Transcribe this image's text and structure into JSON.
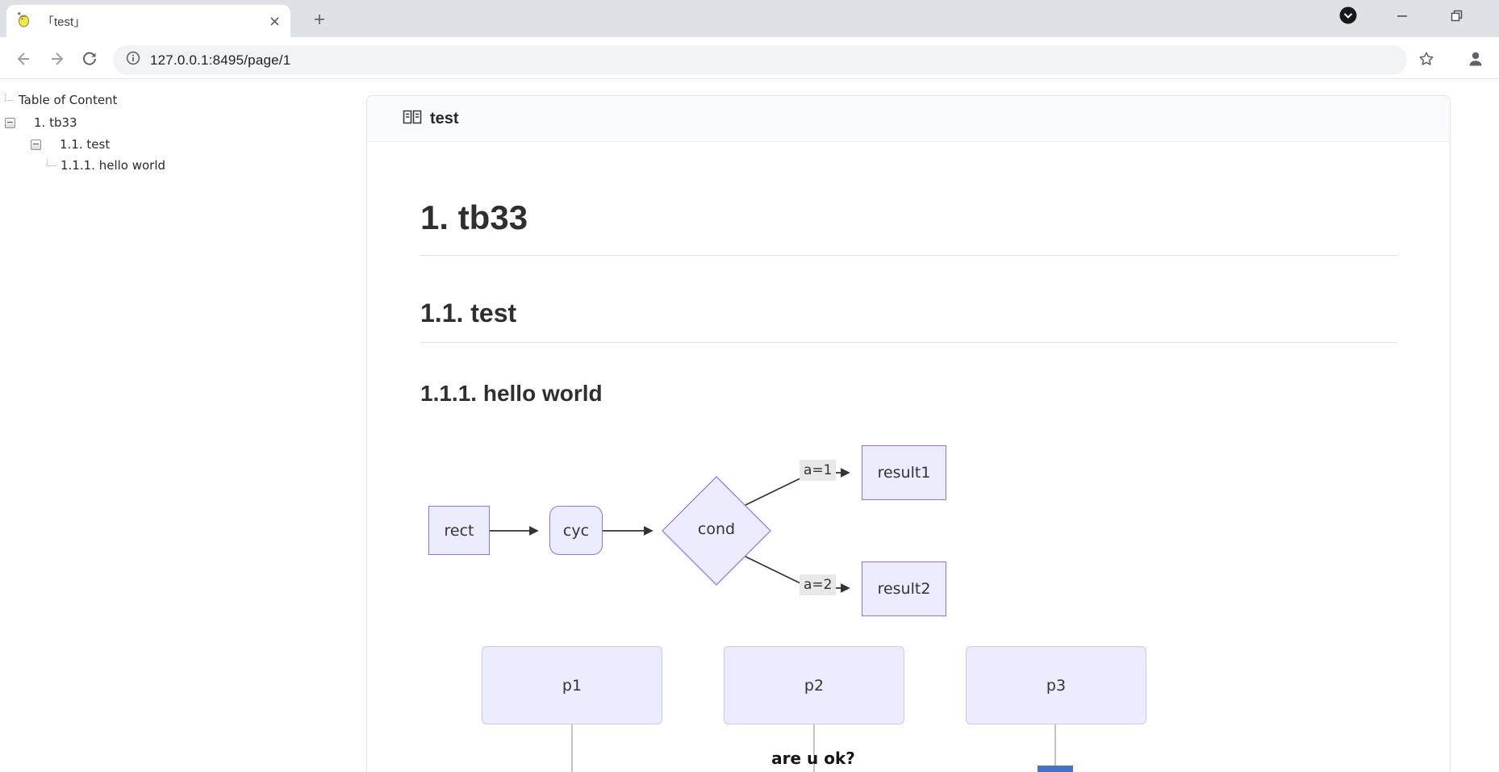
{
  "browser": {
    "tab": {
      "title": "「test」"
    },
    "toolbar": {
      "url": "127.0.0.1:8495/page/1"
    },
    "icons": {
      "tab_favicon": "yellow-bird",
      "tab_close": "x",
      "new_tab": "plus",
      "window": [
        "chevron-down-circle",
        "minimize",
        "restore"
      ],
      "nav": [
        "back-arrow",
        "forward-arrow",
        "reload"
      ],
      "urlbar": "info-circle",
      "right": [
        "bookmark-star",
        "profile-person"
      ]
    }
  },
  "sidebar": {
    "tree": [
      {
        "label": "Table of Content",
        "level": 0,
        "toggle": "none"
      },
      {
        "label": "1. tb33",
        "level": 0,
        "toggle": "minus"
      },
      {
        "label": "1.1. test",
        "level": 1,
        "toggle": "minus"
      },
      {
        "label": "1.1.1. hello world",
        "level": 2,
        "toggle": "none"
      }
    ]
  },
  "content": {
    "card_title": "test",
    "card_title_icon": "open-book",
    "headings": [
      {
        "level": 1,
        "text": "1. tb33"
      },
      {
        "level": 2,
        "text": "1.1. test"
      },
      {
        "level": 3,
        "text": "1.1.1. hello world"
      }
    ],
    "diagram1": {
      "type": "flowchart",
      "nodes": {
        "rect": "rect",
        "cyc": "cyc",
        "cond": "cond",
        "result1": "result1",
        "result2": "result2"
      },
      "edge_labels": {
        "top": "a=1",
        "bottom": "a=2"
      },
      "edges": [
        "rect->cyc",
        "cyc->cond",
        "cond-a=1->result1",
        "cond-a=2->result2"
      ]
    },
    "diagram2": {
      "type": "flowchart",
      "nodes": {
        "p1": "p1",
        "p2": "p2",
        "p3": "p3"
      },
      "title": "are u ok?",
      "note": "three connector lines descend off-screen; small blue node fragment cut by viewport"
    }
  },
  "colors": {
    "tab_strip": "#dee1e6",
    "url_pill": "#f1f3f4",
    "node_fill": "#ECECFF",
    "node_border": "#9370DB",
    "edge_label_bg": "#e8e8e8",
    "edge_stroke": "#333333",
    "connector_line": "#9b9b9b",
    "blue_fragment": "#4472c4"
  }
}
